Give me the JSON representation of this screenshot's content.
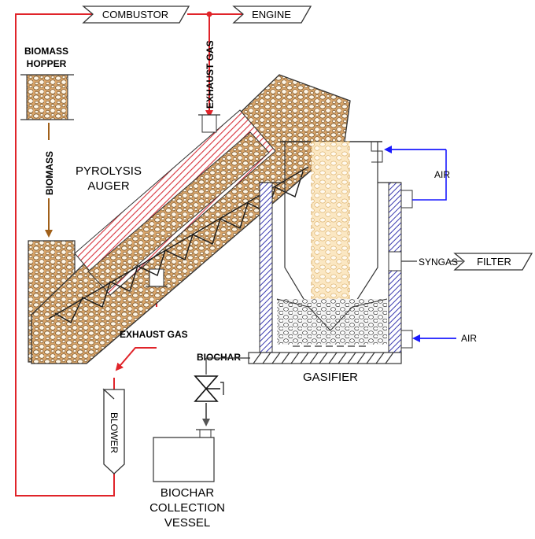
{
  "labels": {
    "combustor": "COMBUSTOR",
    "engine": "ENGINE",
    "exhaust_gas_top": "EXHAUST GAS",
    "biomass_hopper_line1": "BIOMASS",
    "biomass_hopper_line2": "HOPPER",
    "biomass": "BIOMASS",
    "pyrolysis_line1": "PYROLYSIS",
    "pyrolysis_line2": "AUGER",
    "air_top": "AIR",
    "air_bottom": "AIR",
    "syngas": "SYNGAS",
    "filter": "FILTER",
    "exhaust_gas_bottom": "EXHAUST GAS",
    "biochar": "BIOCHAR",
    "gasifier": "GASIFIER",
    "blower": "BLOWER",
    "vessel_line1": "BIOCHAR",
    "vessel_line2": "COLLECTION",
    "vessel_line3": "VESSEL"
  },
  "colors": {
    "exhaust_line": "#e0242a",
    "air_line": "#1a1aff",
    "biomass_line": "#a0601a",
    "gasifier_wall": "#3a3ab0",
    "auger_hatch": "#d8323a",
    "biomass_fill": "#d9a56a",
    "char_fill": "#e0e0e0"
  }
}
